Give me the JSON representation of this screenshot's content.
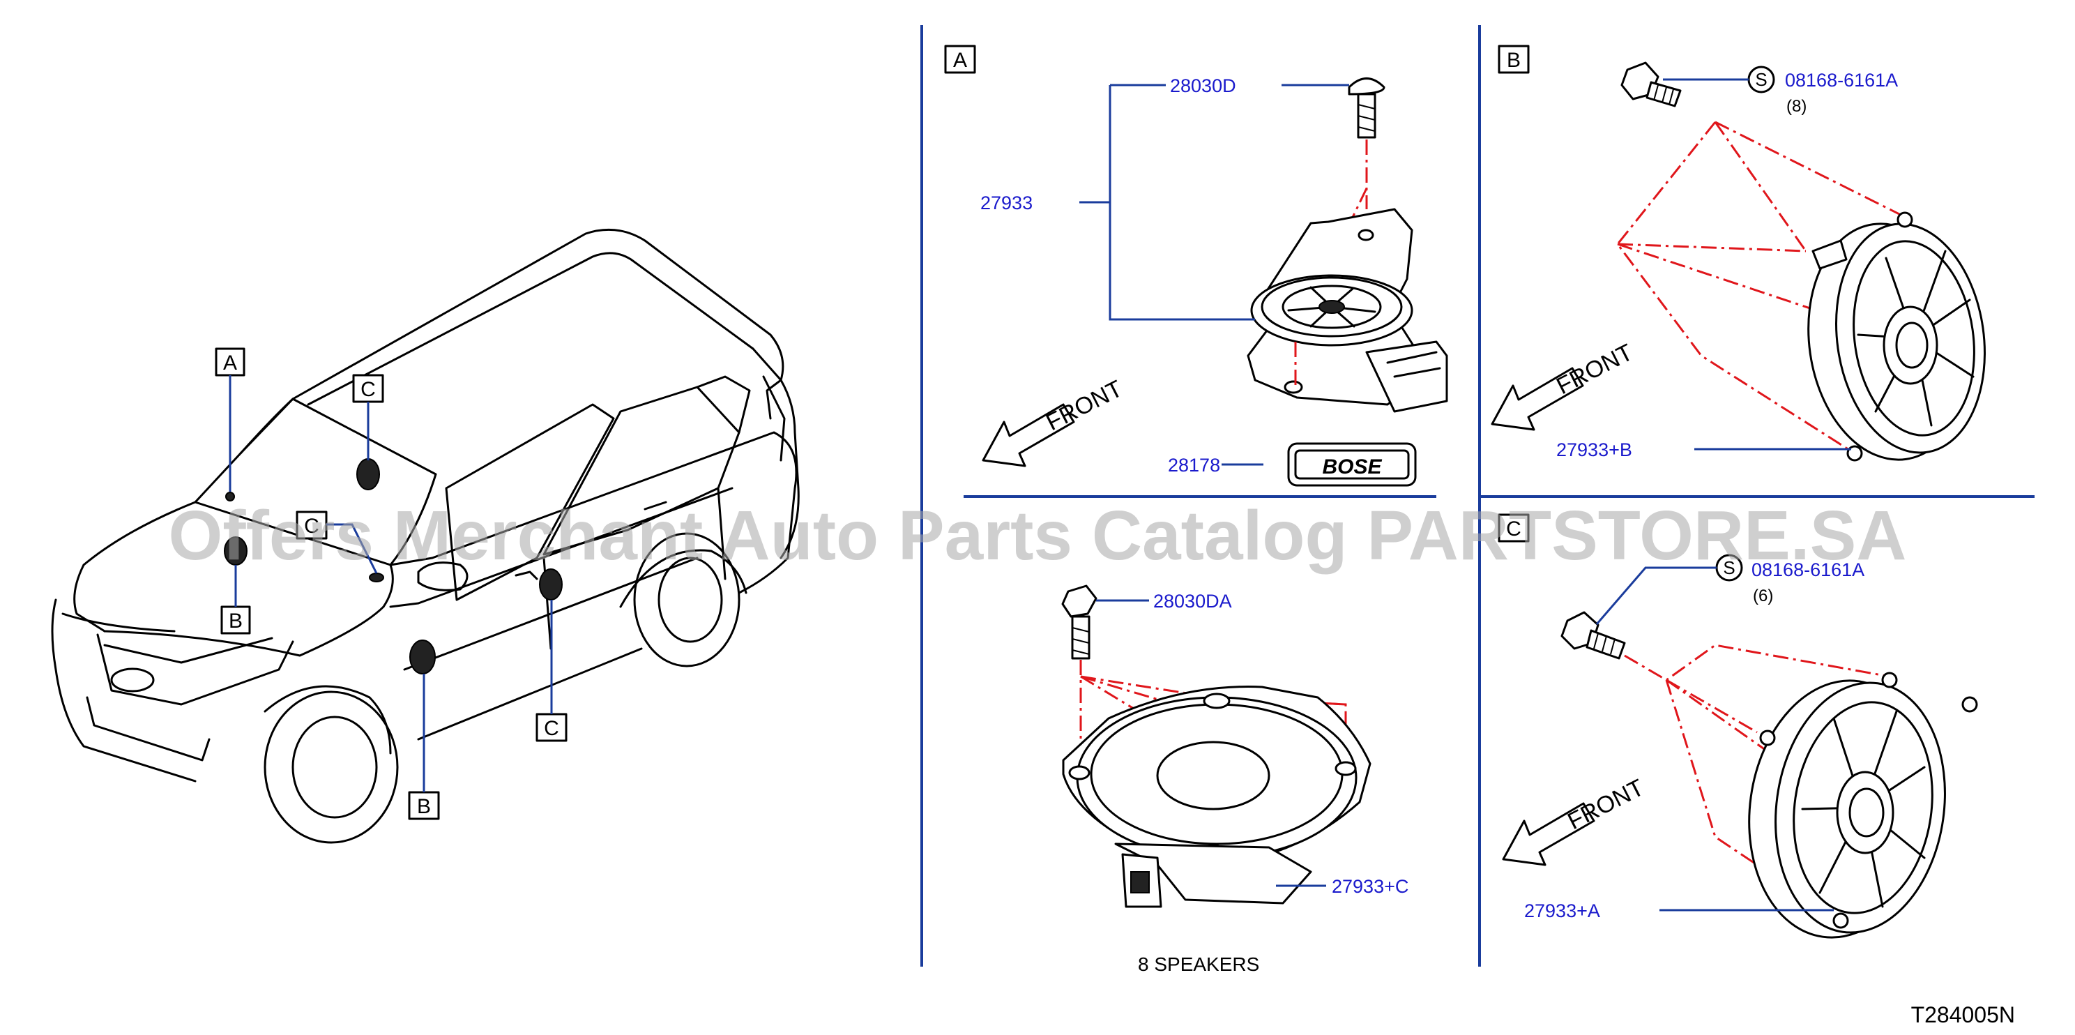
{
  "watermark": "Offers Merchant Auto Parts Catalog PARTSTORE.SA",
  "diagram_id": "T284005N",
  "caption": "8   SPEAKERS",
  "overview_callouts": {
    "a": "A",
    "b_front": "B",
    "b_rear": "B",
    "c_front": "C",
    "c_mid": "C",
    "c_rear": "C"
  },
  "panel_a": {
    "tag": "A",
    "front": "FRONT",
    "parts": {
      "screw": "28030D",
      "speaker": "27933",
      "emblem": "28178"
    },
    "emblem_text": "BOSE"
  },
  "panel_b": {
    "tag": "B",
    "front": "FRONT",
    "parts": {
      "bolt": "08168-6161A",
      "bolt_qty": "(8)",
      "speaker": "27933+B"
    },
    "std_symbol": "S"
  },
  "panel_d": {
    "parts": {
      "bolt": "28030DA",
      "speaker": "27933+C"
    }
  },
  "panel_c": {
    "tag": "C",
    "front": "FRONT",
    "parts": {
      "bolt": "08168-6161A",
      "bolt_qty": "(6)",
      "speaker": "27933+A"
    },
    "std_symbol": "S"
  },
  "colors": {
    "part_number": "#1a1acc",
    "leader": "#1a3c9c",
    "centerline": "#e0161b"
  }
}
